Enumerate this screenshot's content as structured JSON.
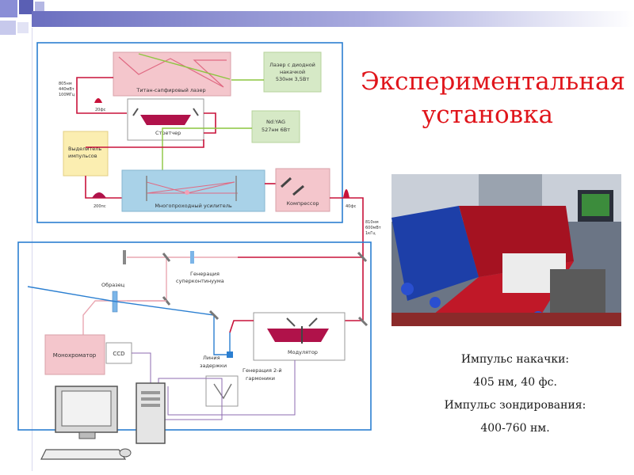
{
  "slide": {
    "title_line1": "Экспериментальная",
    "title_line2": "установка",
    "caption": {
      "pump_label": "Импульс накачки:",
      "pump_value": "405 нм,  40 фс.",
      "probe_label": "Импульс зондирования:",
      "probe_value": "400-760 нм."
    }
  },
  "diagram": {
    "top": {
      "ti_sapphire": "Титан-сапфировый лазер",
      "diode_laser_l1": "Лазер с диодной",
      "diode_laser_l2": "накачкой",
      "diode_laser_l3": "530нм  3,5Вт",
      "stretcher": "Стретчер",
      "ndyag_l1": "Nd:YAG",
      "ndyag_l2": "527нм  6Вт",
      "pulse_selector_l1": "Выделитель",
      "pulse_selector_l2": "импульсов",
      "amplifier": "Многопроходный усилитель",
      "compressor": "Компрессор",
      "osc_params_l1": "805нм",
      "osc_params_l2": "440мВт",
      "osc_params_l3": "100МГц",
      "pulse_20fs": "20фс",
      "pulse_200ps": "200пс",
      "pulse_40fs": "40фс",
      "out_params_l1": "810нм",
      "out_params_l2": "600мВт",
      "out_params_l3": "1кГц"
    },
    "bottom": {
      "sample": "Образец",
      "supercontinuum_l1": "Генерация",
      "supercontinuum_l2": "суперконтинуума",
      "monochromator": "Монохроматор",
      "ccd": "CCD",
      "delay_l1": "Линия",
      "delay_l2": "задержки",
      "shg_l1": "Генерация 2-й",
      "shg_l2": "гармоники",
      "modulator": "Модулятор"
    }
  },
  "colors": {
    "accent_title": "#e0151b",
    "beam_ir": "#c8123a",
    "beam_green": "#8cc63f",
    "beam_blue": "#2b7fd1",
    "beam_pink": "#e9a7b2",
    "signal_purple": "#8e6bb0",
    "frame_blue": "#2b7fd1"
  }
}
